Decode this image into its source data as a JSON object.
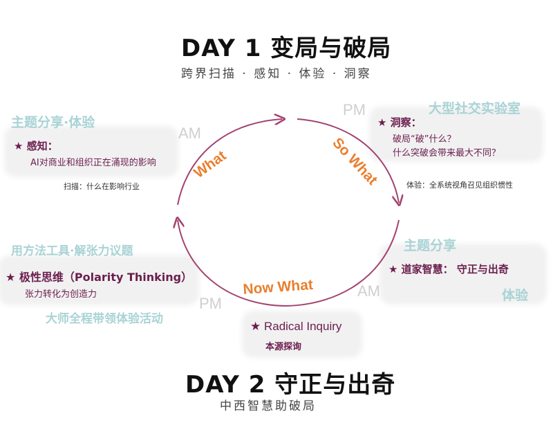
{
  "day1": {
    "title": "DAY 1  变局与破局",
    "subtitle": "跨界扫描 · 感知 · 体验 · 洞察"
  },
  "day2": {
    "title": "DAY 2 守正与出奇",
    "subtitle": "中西智慧助破局"
  },
  "cycle": {
    "what": "What",
    "so_what": "So What",
    "now_what": "Now  What"
  },
  "am_block": {
    "header": "主题分享·体验",
    "time": "AM",
    "item_title": "★ 感知：",
    "item_text": "AI对商业和组织正在涌现的影响",
    "note": "扫描：什么在影响行业"
  },
  "pm_block": {
    "header": "大型社交实验室",
    "time": "PM",
    "item_title": "★ 洞察：",
    "item_line1": "破局“破”什么？",
    "item_line2": "什么突破会带来最大不同？",
    "note": "体验：全系统视角召见组织惯性"
  },
  "day2_am_block": {
    "header": "主题分享",
    "time": "AM",
    "item": "★ 道家智慧： 守正与出奇",
    "footer": "体验"
  },
  "day2_pm_block": {
    "header": "用方法工具·解张力议题",
    "time": "PM",
    "item_title": "★ 极性思维（Polarity Thinking）",
    "item_text": "张力转化为创造力",
    "footer": "大师全程带领体验活动"
  },
  "radical": {
    "title": "★ Radical Inquiry",
    "text": "本源探询"
  },
  "colors": {
    "arc": "#a3426f",
    "label": "#e97f2e",
    "teal": "#a9d3d6",
    "purple": "#6b1e4e"
  }
}
